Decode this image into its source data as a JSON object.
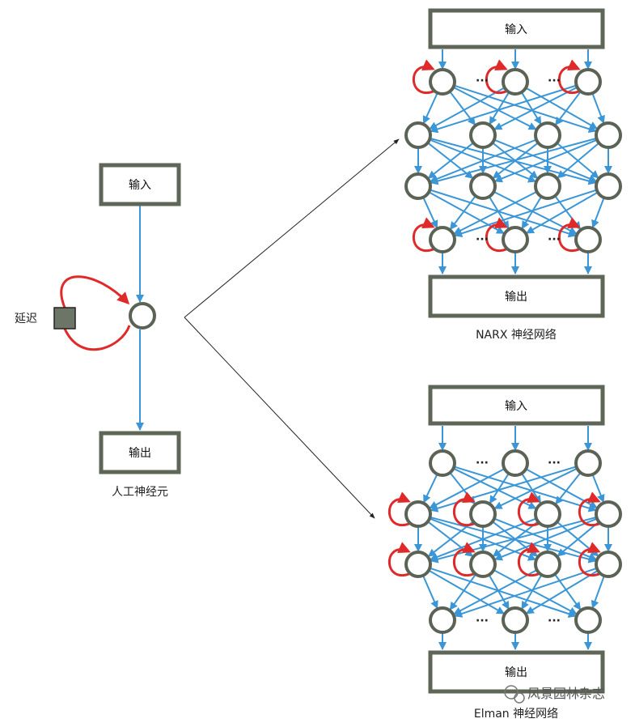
{
  "single_neuron": {
    "input_label": "输入",
    "output_label": "输出",
    "delay_label": "延迟",
    "caption": "人工神经元"
  },
  "narx": {
    "input_label": "输入",
    "output_label": "输出",
    "caption": "NARX 神经网络",
    "ellipsis": "···"
  },
  "elman": {
    "input_label": "输入",
    "output_label": "输出",
    "caption": "Elman 神经网络",
    "ellipsis": "···"
  },
  "watermark": {
    "text": "风景园林杂志"
  },
  "colors": {
    "connection": "#3a96d6",
    "recurrent": "#e02a2a",
    "box_border": "#5d6657",
    "node_border": "#5a6355",
    "delay_fill": "#6d7567",
    "arrow": "#222222"
  }
}
